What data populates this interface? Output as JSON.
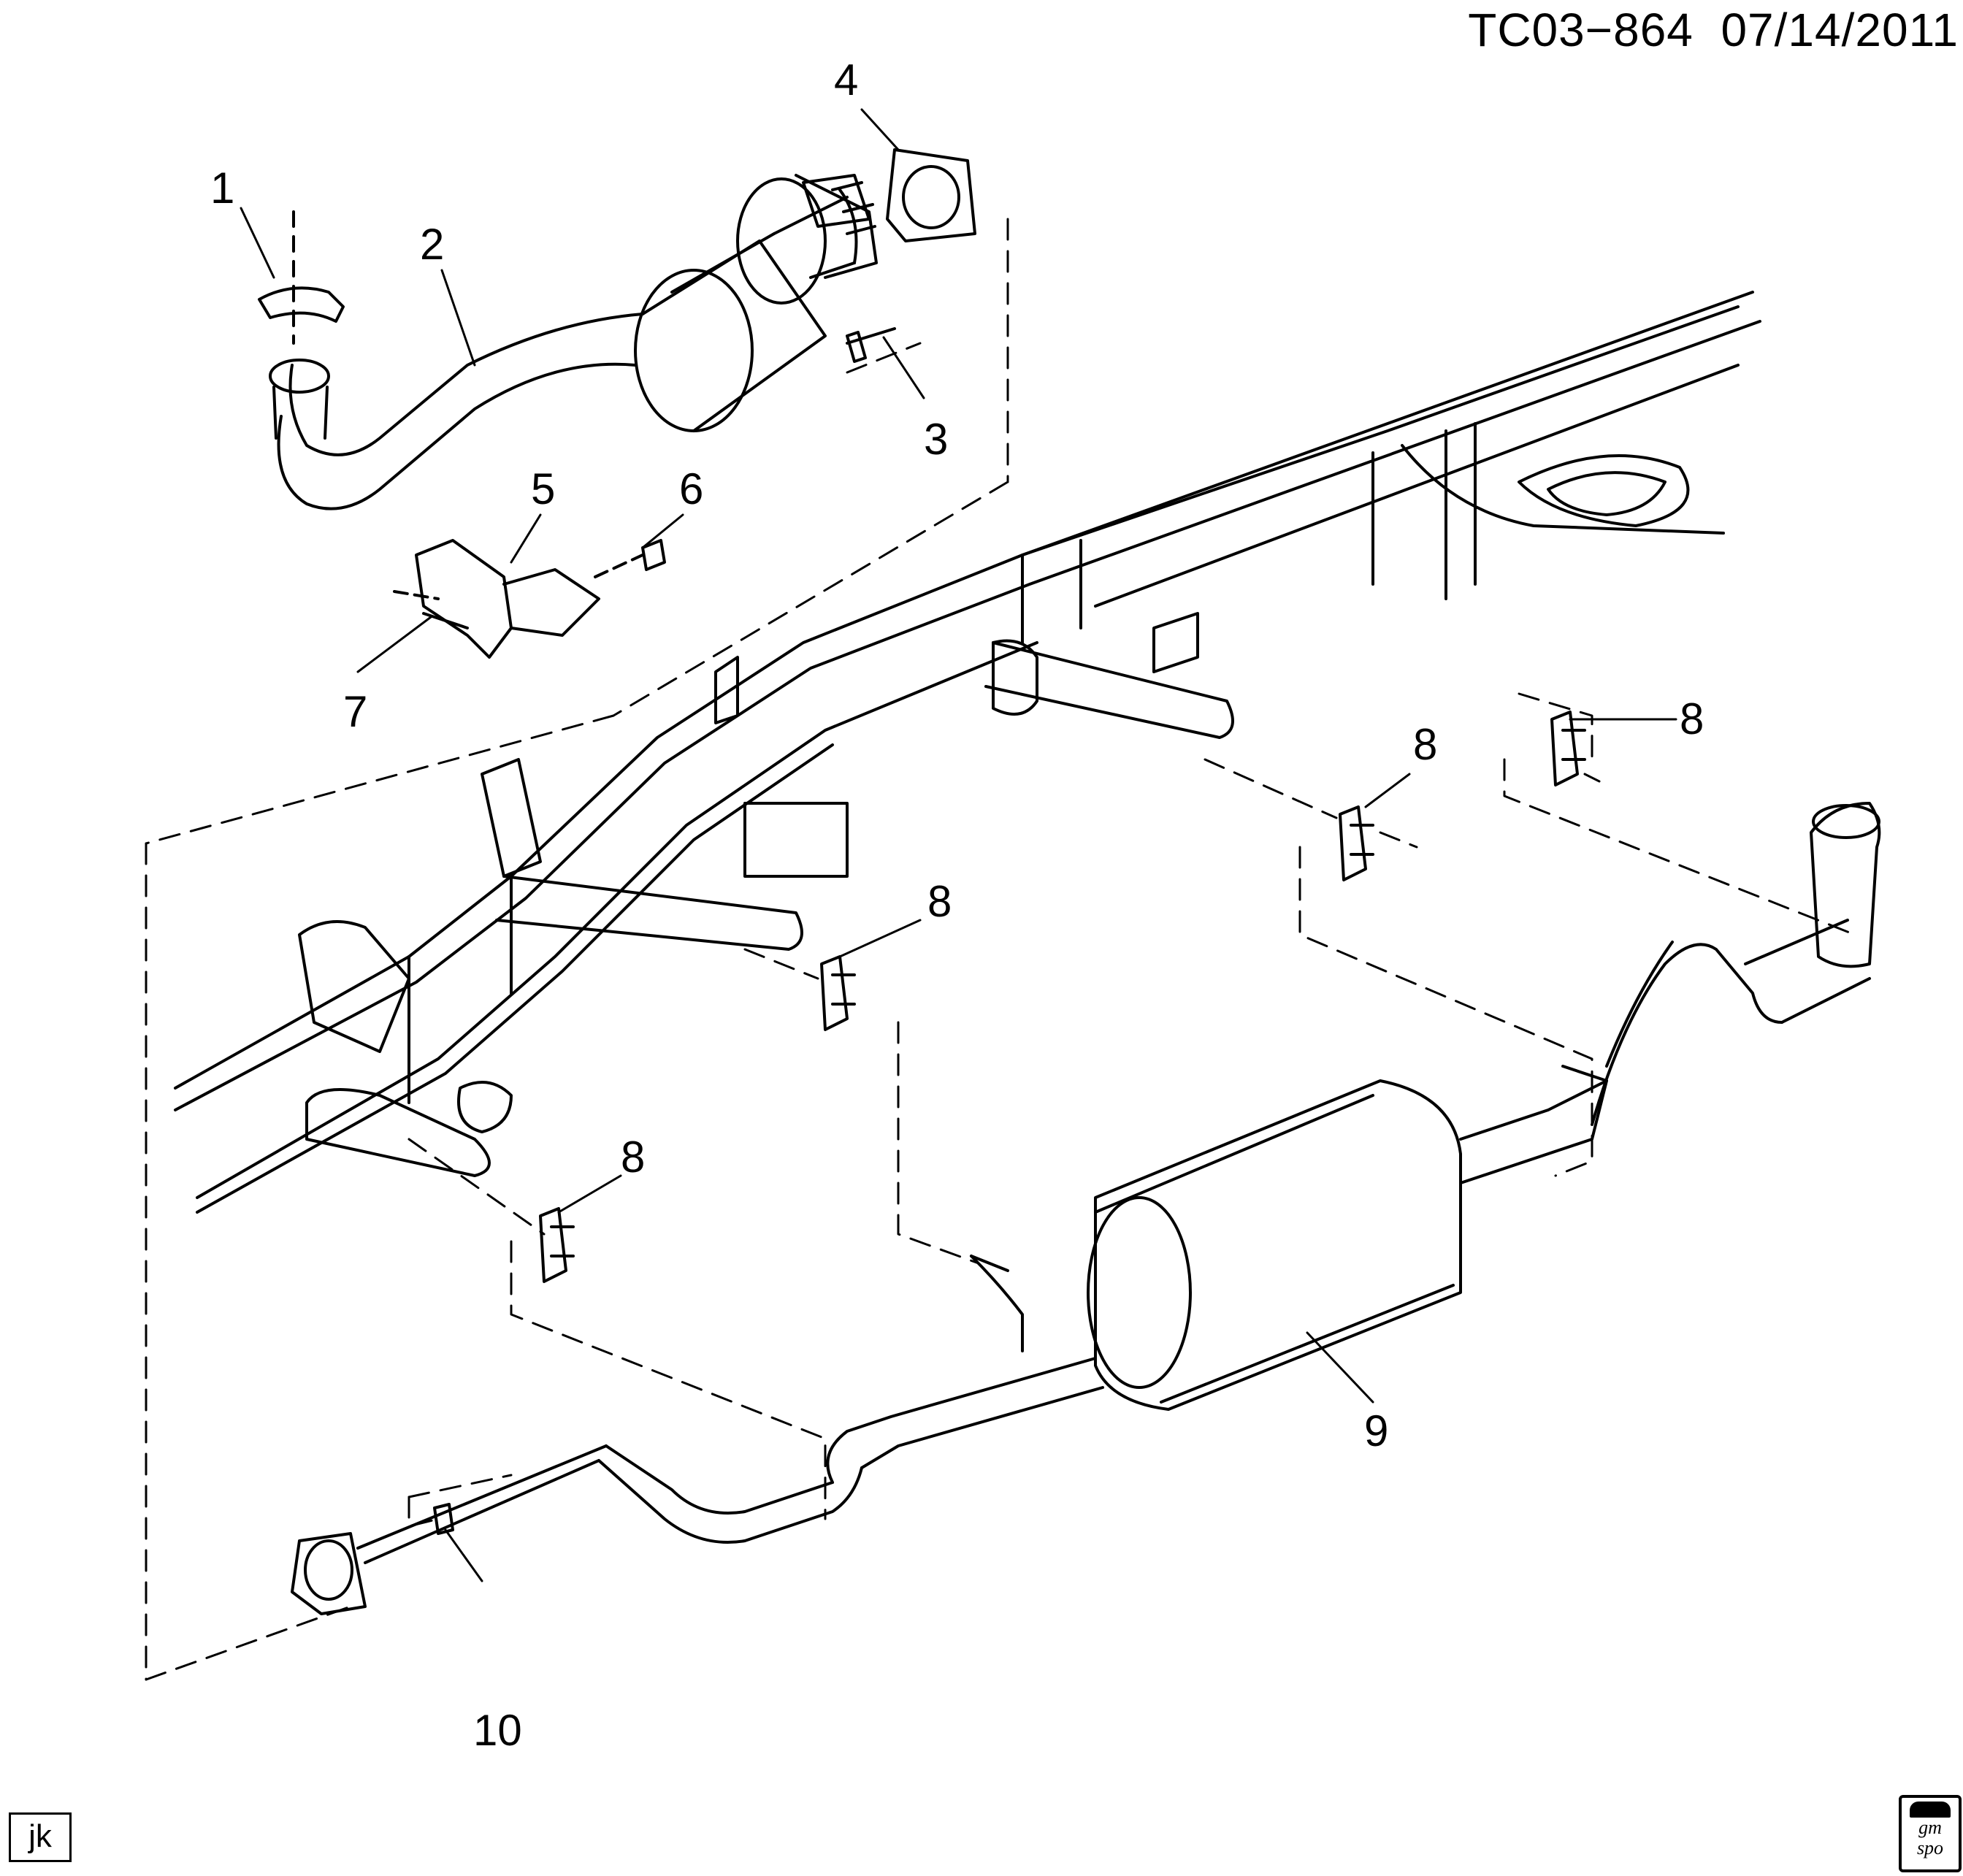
{
  "header": {
    "code": "TC03−864",
    "date": "07/14/2011"
  },
  "callouts": {
    "c1": "1",
    "c2": "2",
    "c3": "3",
    "c4": "4",
    "c5": "5",
    "c6": "6",
    "c7": "7",
    "c8a": "8",
    "c8b": "8",
    "c8c": "8",
    "c8d": "8",
    "c9": "9",
    "c10": "10"
  },
  "footer": {
    "initials": "jk",
    "logo_top": "gm",
    "logo_bottom": "spo"
  }
}
